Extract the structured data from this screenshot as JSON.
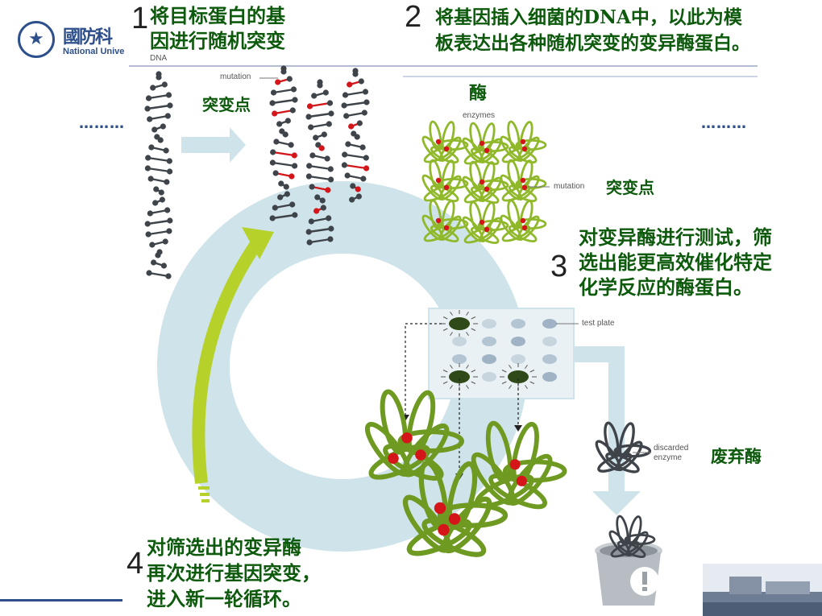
{
  "logo": {
    "cn": "國防科",
    "en": "National Unive"
  },
  "steps": {
    "step1": {
      "num": "1",
      "line1": "将目标蛋白的基",
      "line2": "因进行随机突变"
    },
    "step2": {
      "num": "2",
      "line1": "将基因插入细菌的DNA中，以此为模",
      "line2": "板表达出各种随机突变的变异酶蛋白。"
    },
    "step3": {
      "num": "3",
      "line1": "对变异酶进行测试，筛",
      "line2": "选出能更高效催化特定",
      "line3": "化学反应的酶蛋白。"
    },
    "step4": {
      "num": "4",
      "line1": "对筛选出的变异酶",
      "line2": "再次进行基因突变，",
      "line3": "进入新一轮循环。"
    }
  },
  "labels": {
    "dna": "DNA",
    "mutation_en": "mutation",
    "mutation_cn": "突变点",
    "enzymes_en": "enzymes",
    "enzymes_cn": "酶",
    "mutation2_en": "mutation",
    "mutation2_cn": "突变点",
    "test_plate": "test plate",
    "discarded_line1": "discarded",
    "discarded_line2": "enzyme",
    "discarded_cn": "废弃酶",
    "dots_left": "………",
    "dots_right": "………"
  },
  "colors": {
    "cn_text": "#0d5a0d",
    "cycle": "#cfe3ea",
    "arrow_green": "#b6d12a",
    "mutation_red": "#d4161b",
    "dna_gray": "#3e4449",
    "enzyme_green": "#8fb82a",
    "brand_blue": "#2d4f8b"
  }
}
